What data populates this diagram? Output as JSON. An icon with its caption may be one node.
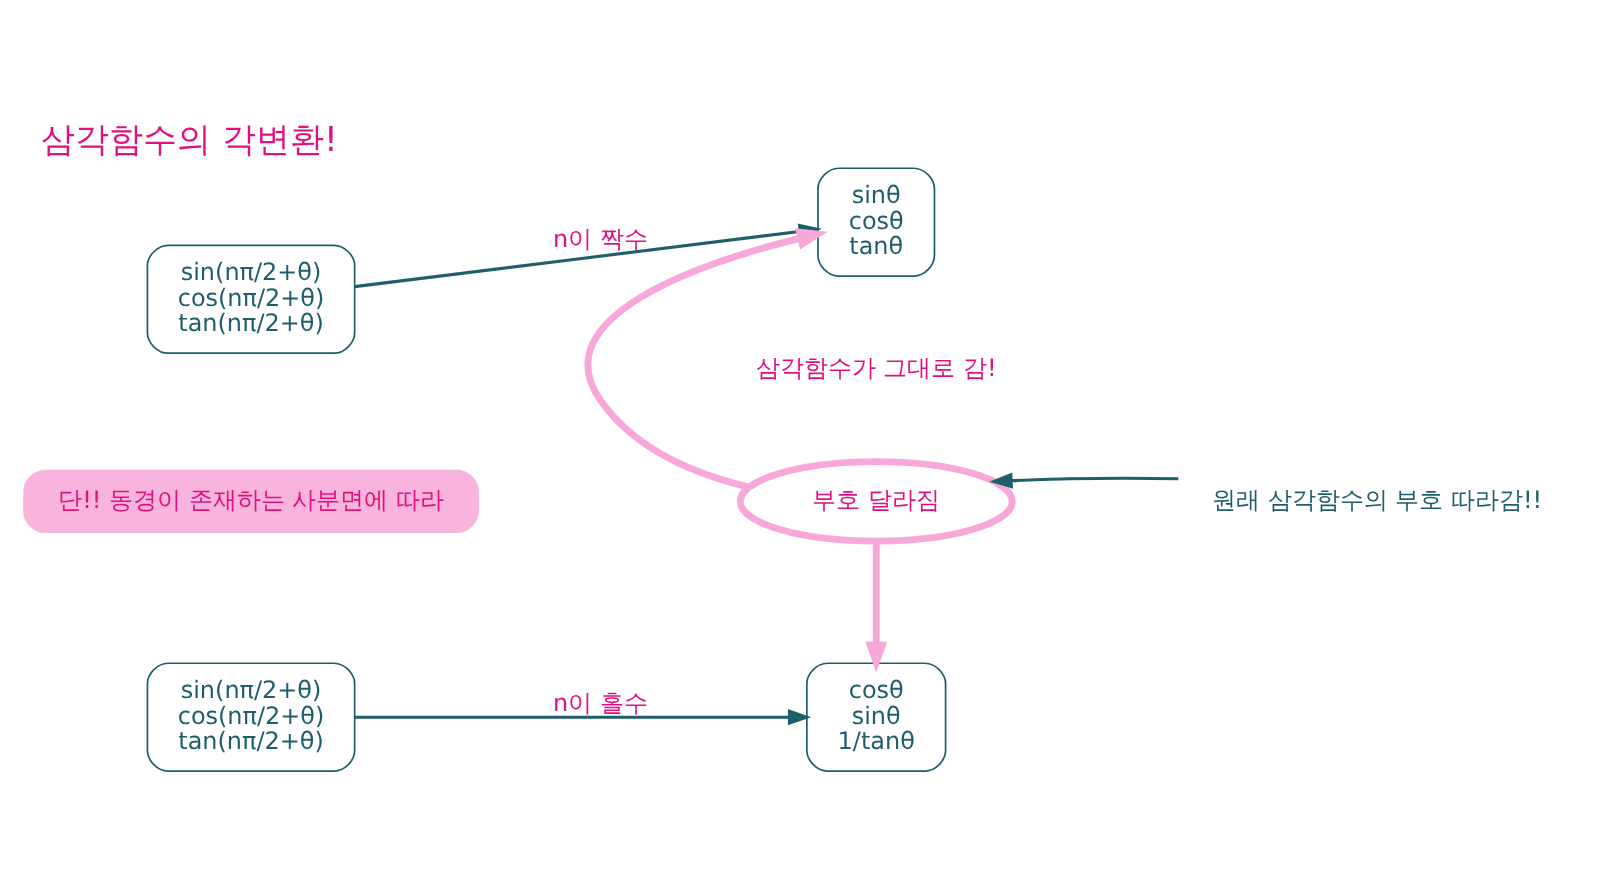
{
  "diagram": {
    "title": "삼각함수의 각변환!",
    "nodes": [
      {
        "text": [
          "sin(nπ/2+θ)",
          "cos(nπ/2+θ)",
          "tan(nπ/2+θ)"
        ]
      },
      {
        "text": [
          "sinθ",
          "cosθ",
          "tanθ"
        ]
      },
      {
        "text": [
          "sin(nπ/2+θ)",
          "cos(nπ/2+θ)",
          "tan(nπ/2+θ)"
        ]
      },
      {
        "text": [
          "cosθ",
          "sinθ",
          "1/tanθ"
        ]
      },
      {
        "text": [
          "단!! 동경이 존재하는 사분면에 따라"
        ]
      },
      {
        "text": [
          "부호 달라짐"
        ]
      },
      {
        "text": [
          "원래 삼각함수의 부호 따라감!!"
        ]
      }
    ],
    "edges": [
      {
        "from": 0,
        "to": 1,
        "arrow": "to",
        "label": "n이 짝수"
      },
      {
        "from": 2,
        "to": 3,
        "arrow": "to",
        "label": "n이 홀수"
      },
      {
        "from": 5,
        "to": 1,
        "arrow": "to",
        "style": "thick",
        "color": "#f7a8d8"
      },
      {
        "from": 5,
        "to": 3,
        "arrow": "to",
        "style": "thick",
        "color": "#f7a8d8"
      },
      {
        "from": 6,
        "to": 5,
        "arrow": "to"
      }
    ],
    "labels": [
      "삼각함수가 그대로 감!"
    ]
  }
}
